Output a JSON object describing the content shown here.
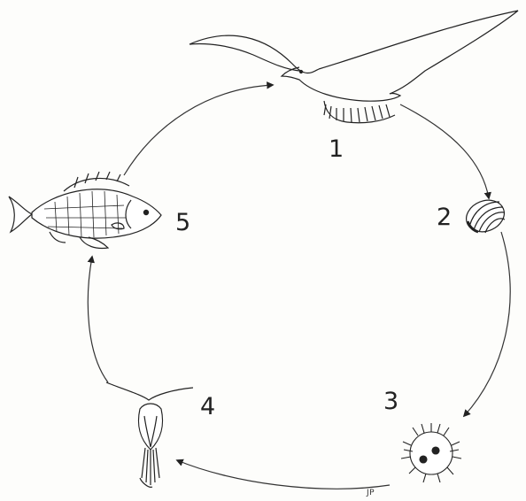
{
  "stages": [
    {
      "number": "1",
      "subject": "seagull"
    },
    {
      "number": "2",
      "subject": "egg"
    },
    {
      "number": "3",
      "subject": "coracidium"
    },
    {
      "number": "4",
      "subject": "copepod"
    },
    {
      "number": "5",
      "subject": "fish"
    }
  ],
  "signature": "JP",
  "colors": {
    "ink": "#222222",
    "paper": "#fdfdfb"
  }
}
